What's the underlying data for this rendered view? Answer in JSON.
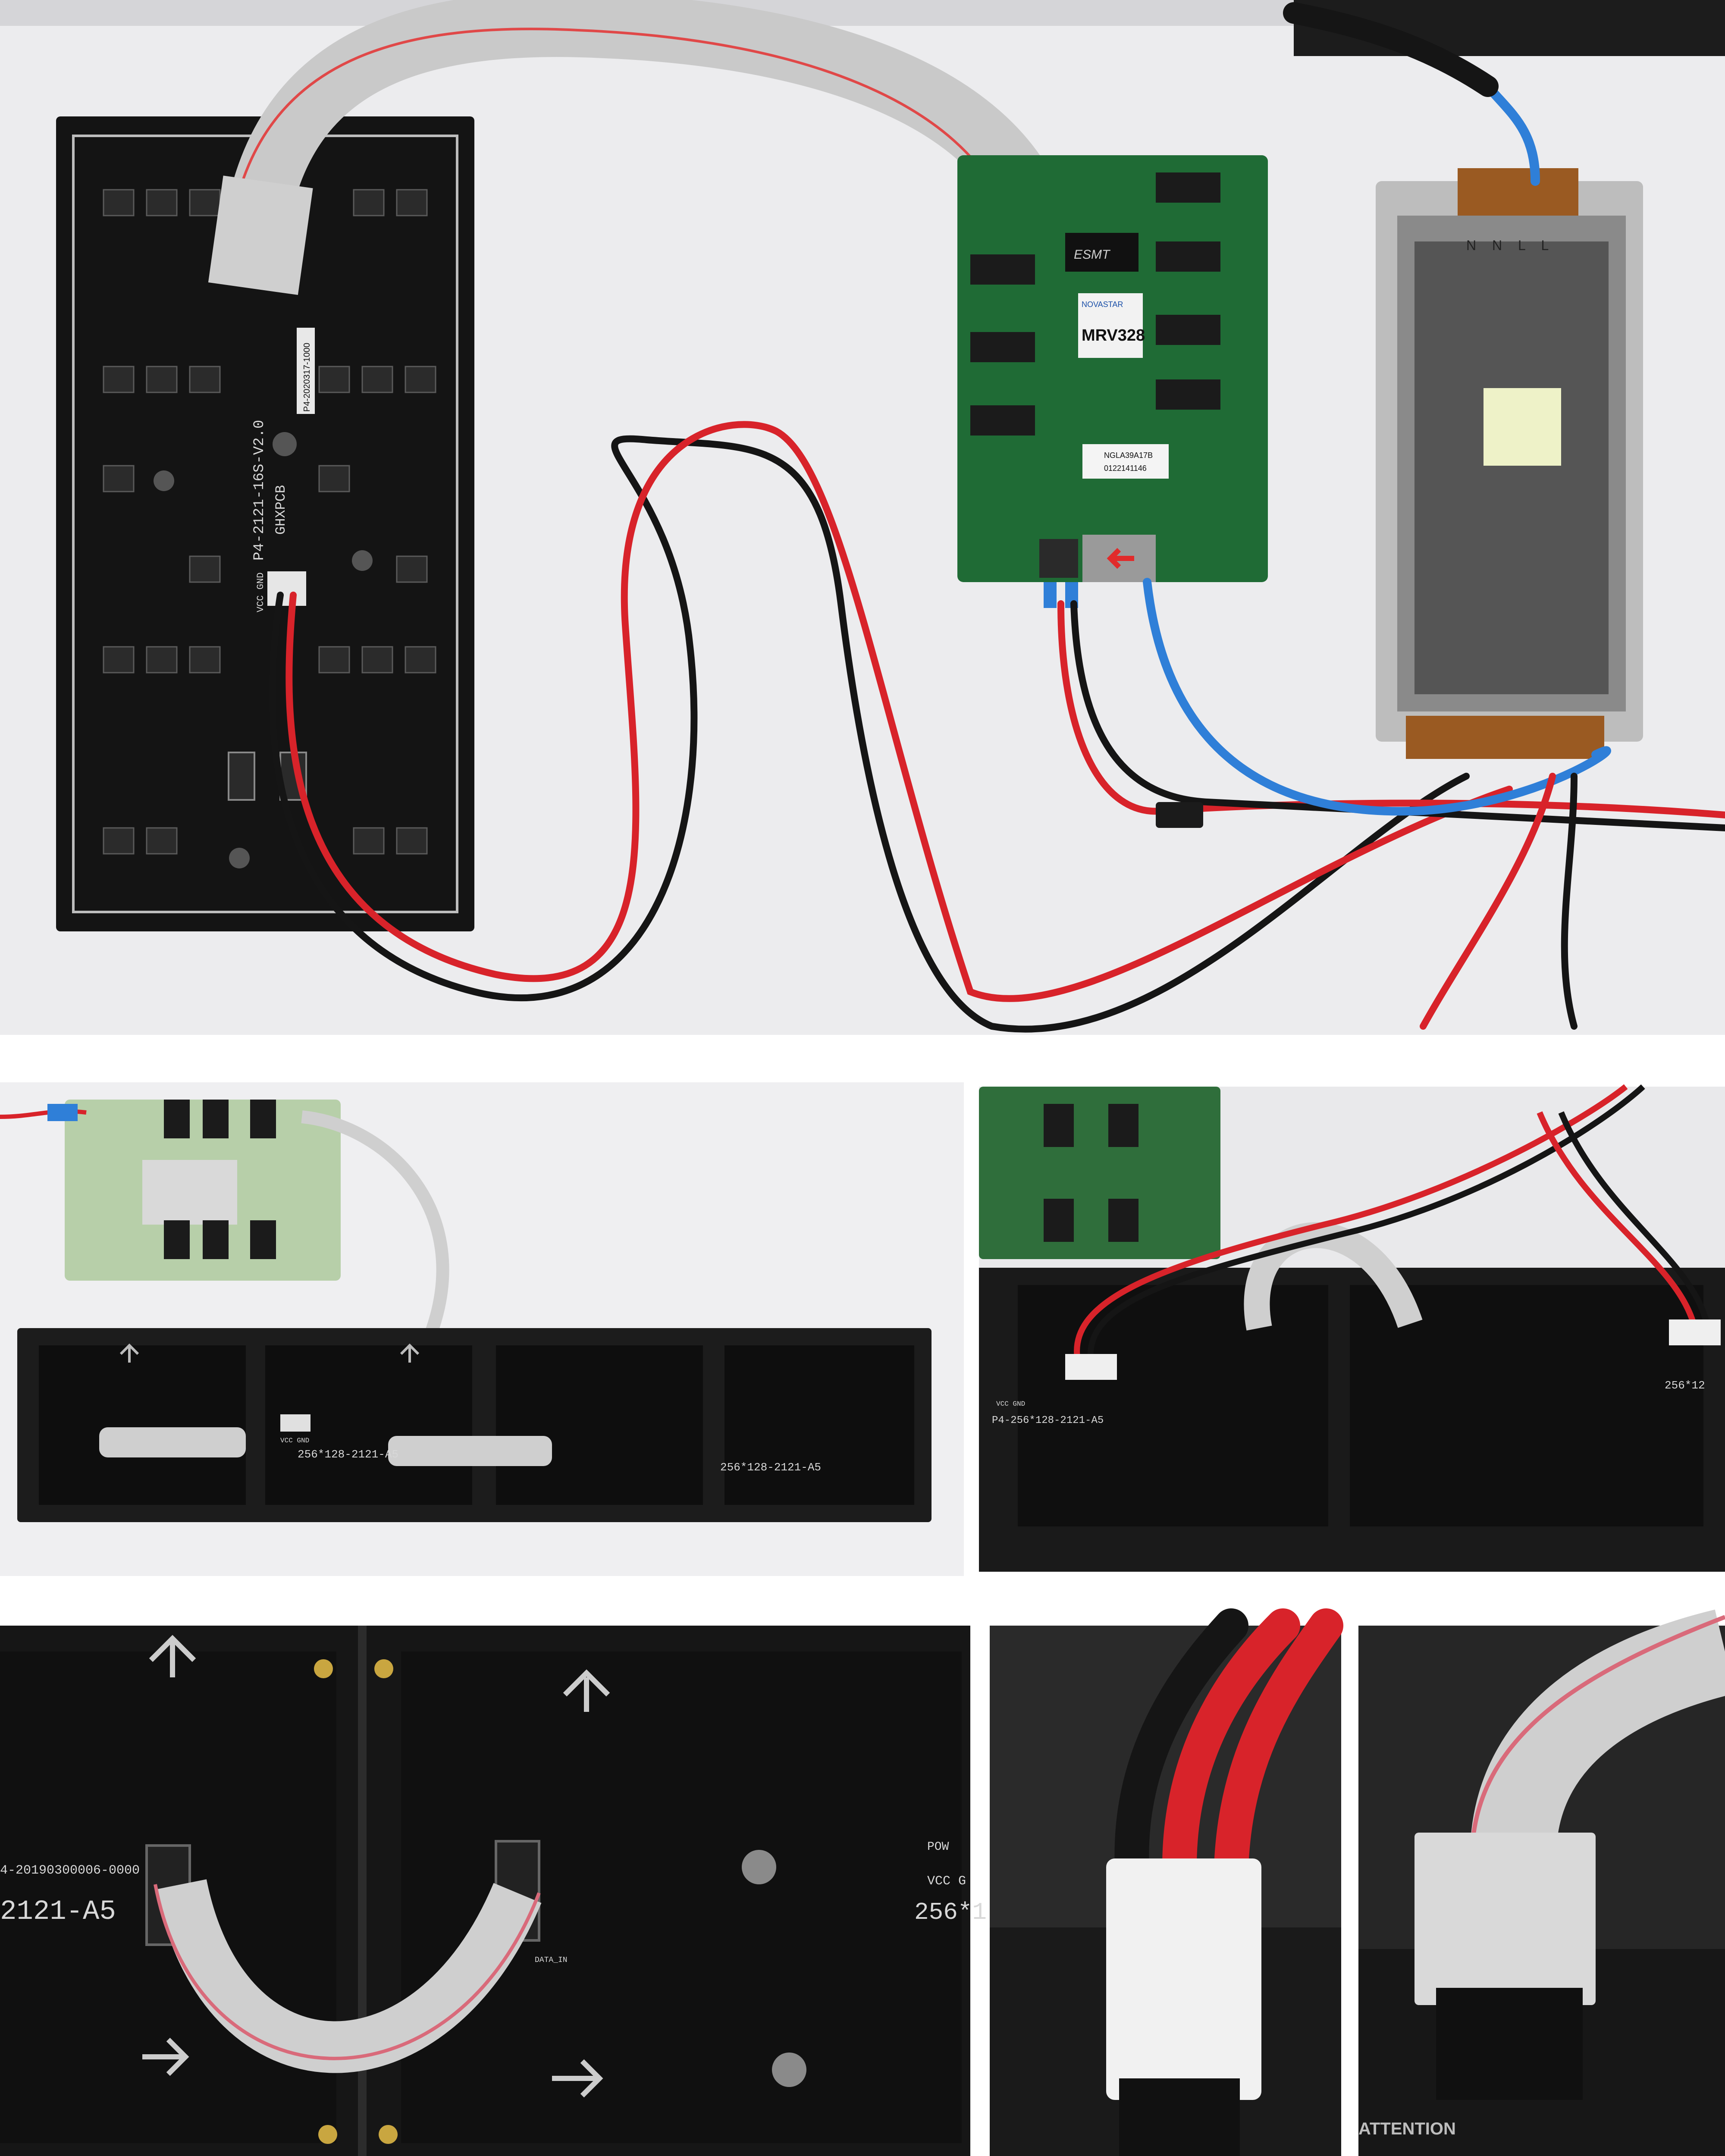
{
  "photos": {
    "overview": {
      "panel_pcb_label": "P4-2121-16S-V2.0",
      "panel_maker": "GHXPCB",
      "panel_power_pins": "VCC GND",
      "panel_sticker": "P4-2020317-1000",
      "controller_brand": "NOVASTAR",
      "controller_model": "MRV328",
      "controller_chip": "ESMT",
      "controller_sticker_line1": "NGLA39A17B",
      "controller_sticker_line2": "0122141146",
      "psu_terminals": "N N L L"
    },
    "chained_panels": {
      "module_label_a": "256*128-2121-A5",
      "module_label_b": "256*128-2121-A5",
      "power_pins": "VCC GND"
    },
    "cable_closeup": {
      "module_label": "P4-256*128-2121-A5",
      "module_label_partial": "256*12",
      "power_pins": "VCC GND"
    },
    "ribbon_closeup": {
      "module_label_left": "2121-A5",
      "module_label_right": "256*1",
      "module_id": "4-20190300006-0000",
      "power_label": "POW",
      "power_pins": "VCC G",
      "data_in_label": "DATA_IN"
    },
    "power_connector": {},
    "ribbon_connector": {
      "board_text": "ATTENTION"
    }
  },
  "colors": {
    "foam": "#eeeef0",
    "pcb_dark": "#141414",
    "pcb_green": "#1f6b35",
    "ribbon": "#c8c8c8",
    "wire_red": "#d8232a",
    "wire_black": "#151515",
    "wire_blue": "#2f7fd8"
  }
}
